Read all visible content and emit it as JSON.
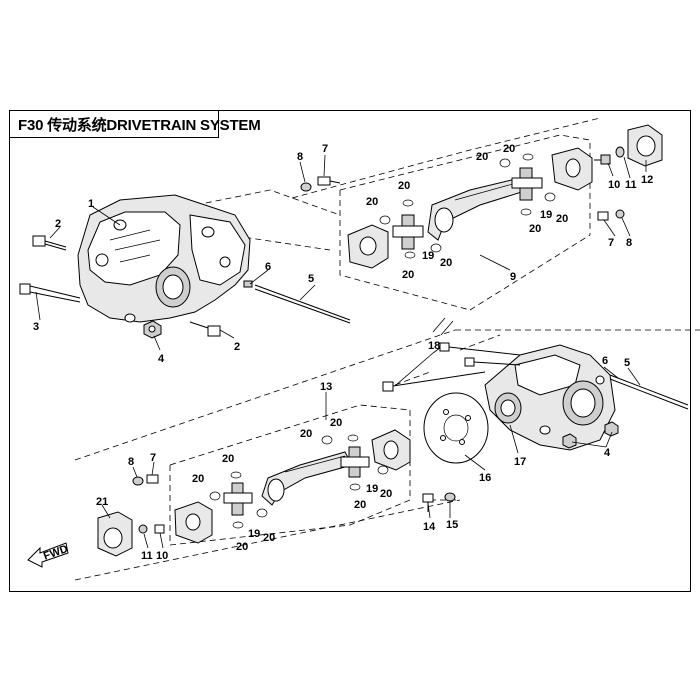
{
  "title": "F30 传动系统DRIVETRAIN SYSTEM",
  "direction_label": "FWD",
  "callouts": {
    "c1": "1",
    "c2a": "2",
    "c2b": "2",
    "c3": "3",
    "c4a": "4",
    "c4b": "4",
    "c5a": "5",
    "c5b": "5",
    "c6a": "6",
    "c6b": "6",
    "c7a": "7",
    "c7b": "7",
    "c7c": "7",
    "c8a": "8",
    "c8b": "8",
    "c8c": "8",
    "c9": "9",
    "c10a": "10",
    "c10b": "10",
    "c11a": "11",
    "c11b": "11",
    "c12": "12",
    "c13": "13",
    "c14": "14",
    "c15": "15",
    "c16": "16",
    "c17": "17",
    "c18": "18",
    "c19a": "19",
    "c19b": "19",
    "c19c": "19",
    "c19d": "19",
    "c20a": "20",
    "c20b": "20",
    "c20c": "20",
    "c20d": "20",
    "c20e": "20",
    "c20f": "20",
    "c20g": "20",
    "c20h": "20",
    "c20i": "20",
    "c20j": "20",
    "c20k": "20",
    "c20l": "20",
    "c20m": "20",
    "c20n": "20",
    "c20o": "20",
    "c20p": "20",
    "c21": "21"
  }
}
